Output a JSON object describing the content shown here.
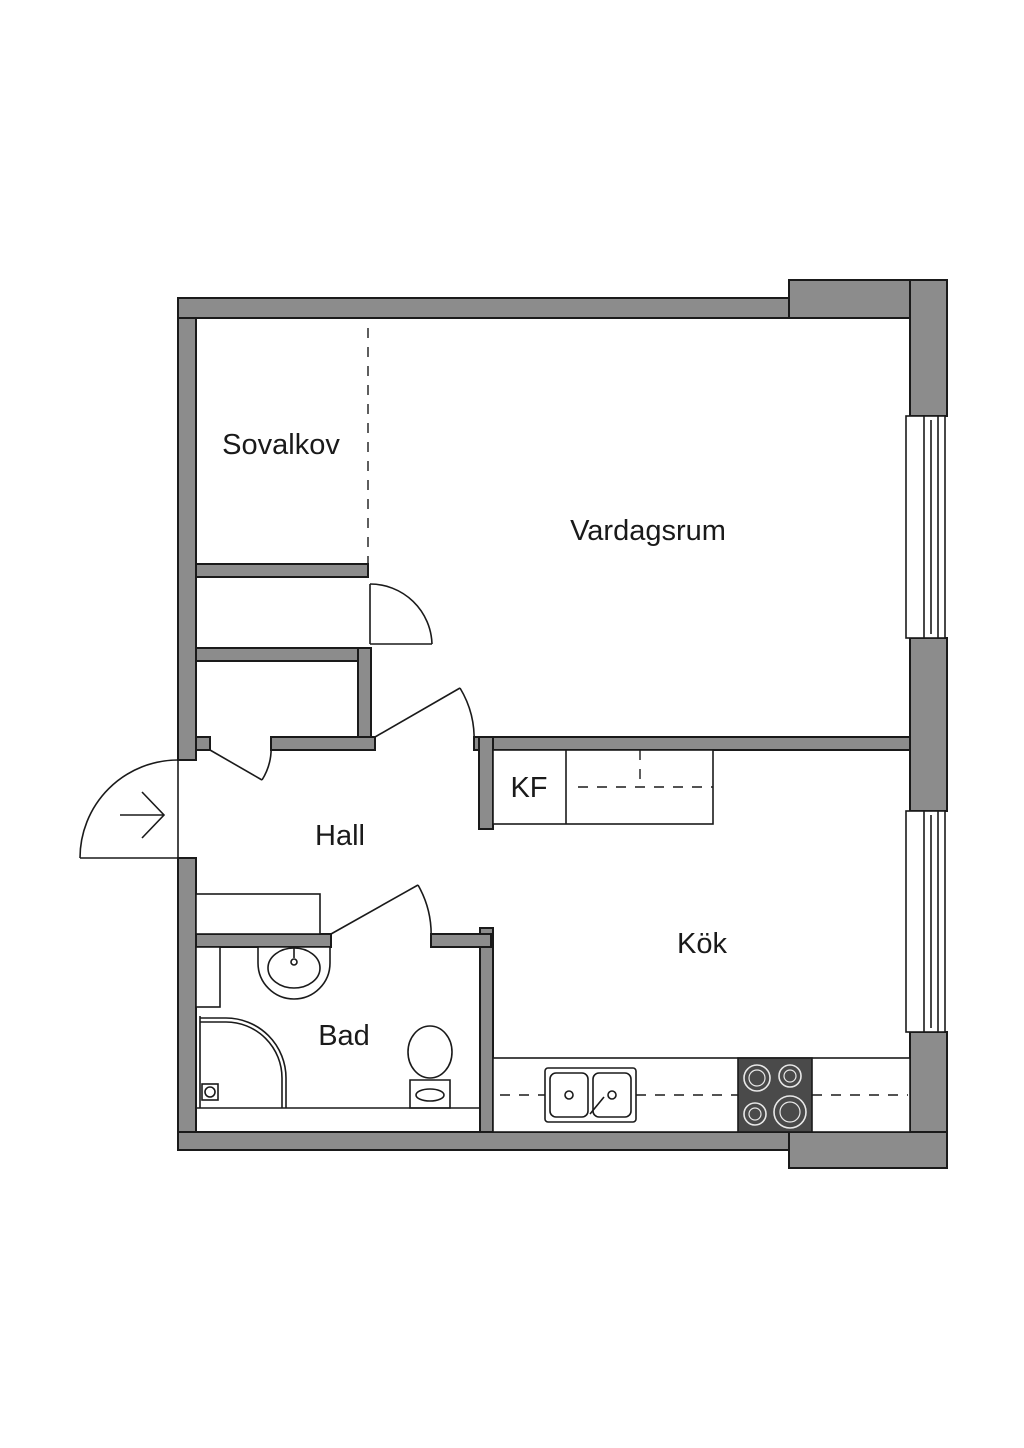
{
  "rooms": {
    "sovalkov": "Sovalkov",
    "vardagsrum": "Vardagsrum",
    "kf": "KF",
    "hall": "Hall",
    "kok": "Kök",
    "bad": "Bad"
  },
  "colors": {
    "wall": "#8c8c8c",
    "line": "#1a1a1a",
    "background": "#ffffff",
    "stove": "#4a4a4a"
  }
}
